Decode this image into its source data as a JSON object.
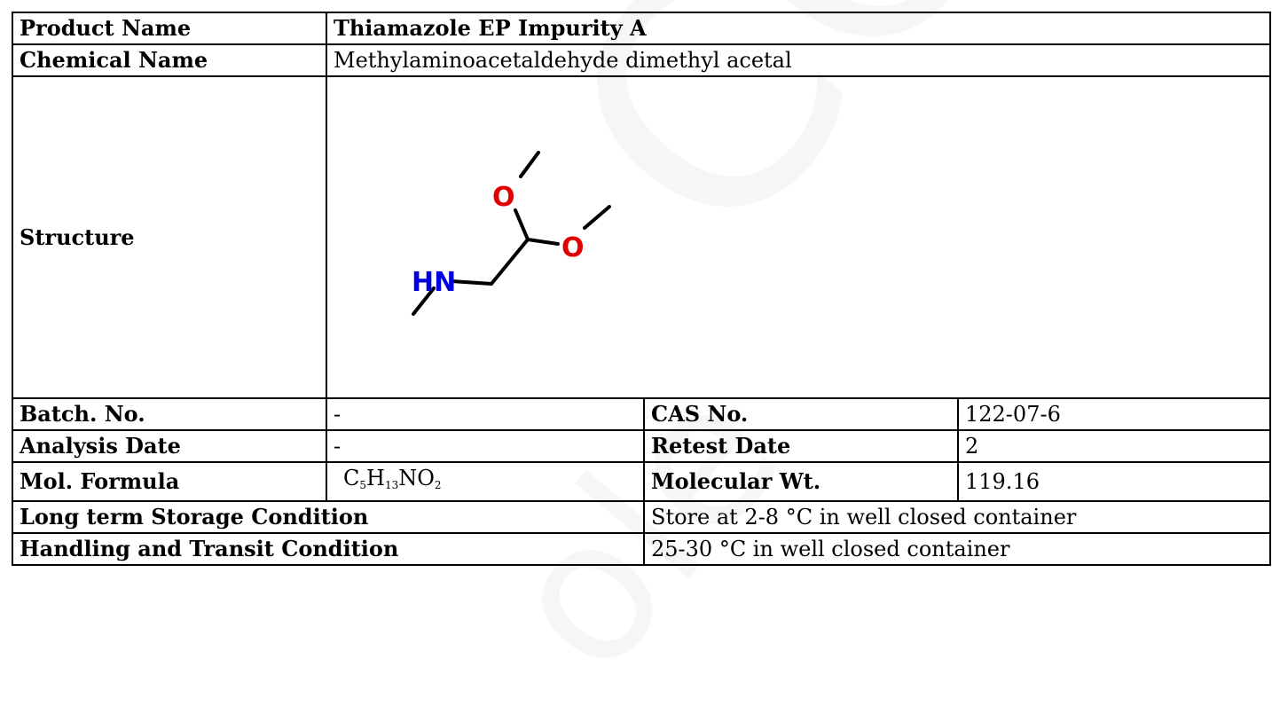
{
  "rows": {
    "product_name": {
      "label": "Product Name",
      "value": "Thiamazole EP Impurity A"
    },
    "chemical_name": {
      "label": "Chemical Name",
      "value": "Methylaminoacetaldehyde dimethyl acetal"
    },
    "structure": {
      "label": "Structure",
      "atoms": {
        "o1": "O",
        "o2": "O",
        "nh": "HN"
      }
    },
    "batch": {
      "label": "Batch. No.",
      "value": "-"
    },
    "cas": {
      "label": "CAS No.",
      "value": "122-07-6"
    },
    "analysis_date": {
      "label": "Analysis Date",
      "value": "-"
    },
    "retest_date": {
      "label": "Retest Date",
      "value": "2"
    },
    "mol_formula": {
      "label": "Mol. Formula",
      "parts": [
        "C",
        "5",
        "H",
        "13",
        "NO",
        "2"
      ]
    },
    "mol_wt": {
      "label": "Molecular Wt.",
      "value": "119.16"
    },
    "storage": {
      "label": "Long term Storage Condition",
      "value": "Store at 2-8 °C in well closed container"
    },
    "handling": {
      "label": "Handling and Transit Condition",
      "value": "25-30 °C in well closed container"
    }
  },
  "colors": {
    "oxygen": "#e00000",
    "nitrogen": "#0000e0",
    "bond": "#000000"
  },
  "watermark": {
    "text": "COA",
    "text2": "ole"
  }
}
